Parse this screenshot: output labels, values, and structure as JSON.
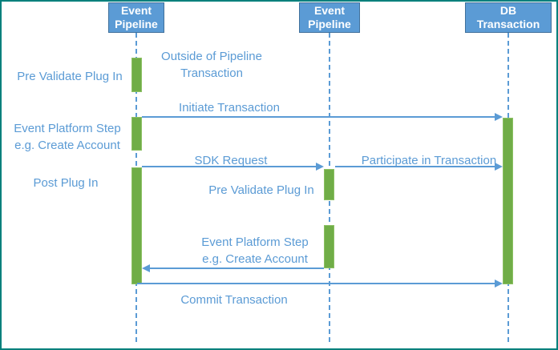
{
  "colors": {
    "accent": "#5B9BD5",
    "actor_fill": "#5B9BD5",
    "actor_border": "#41719C",
    "actor_text": "#FFFFFF",
    "activation_fill": "#70AD47",
    "activation_border": "#8CC063",
    "frame_border": "#00807C",
    "background": "#FFFFFF"
  },
  "actors": [
    {
      "lines": [
        "Event",
        "Pipeline"
      ]
    },
    {
      "lines": [
        "Event",
        "Pipeline"
      ]
    },
    {
      "lines": [
        "DB",
        "Transaction"
      ]
    }
  ],
  "messages": [
    {
      "label": "Initiate Transaction",
      "from": "event-pipeline-1",
      "to": "db-transaction"
    },
    {
      "label": "SDK Request",
      "from": "event-pipeline-1",
      "to": "event-pipeline-2"
    },
    {
      "label": "Participate in Transaction",
      "from": "event-pipeline-2",
      "to": "db-transaction"
    },
    {
      "label": "",
      "from": "event-pipeline-2",
      "to": "event-pipeline-1"
    },
    {
      "label": "Commit Transaction",
      "from": "event-pipeline-1",
      "to": "db-transaction"
    }
  ],
  "annotations": [
    {
      "lines": [
        "Pre Validate Plug In"
      ]
    },
    {
      "lines": [
        "Outside of Pipeline",
        "Transaction"
      ]
    },
    {
      "lines": [
        "Event Platform Step",
        "e.g. Create Account"
      ]
    },
    {
      "lines": [
        "Post Plug In"
      ]
    },
    {
      "lines": [
        "Pre Validate Plug In"
      ]
    },
    {
      "lines": [
        "Event Platform Step",
        "e.g. Create Account"
      ]
    }
  ]
}
